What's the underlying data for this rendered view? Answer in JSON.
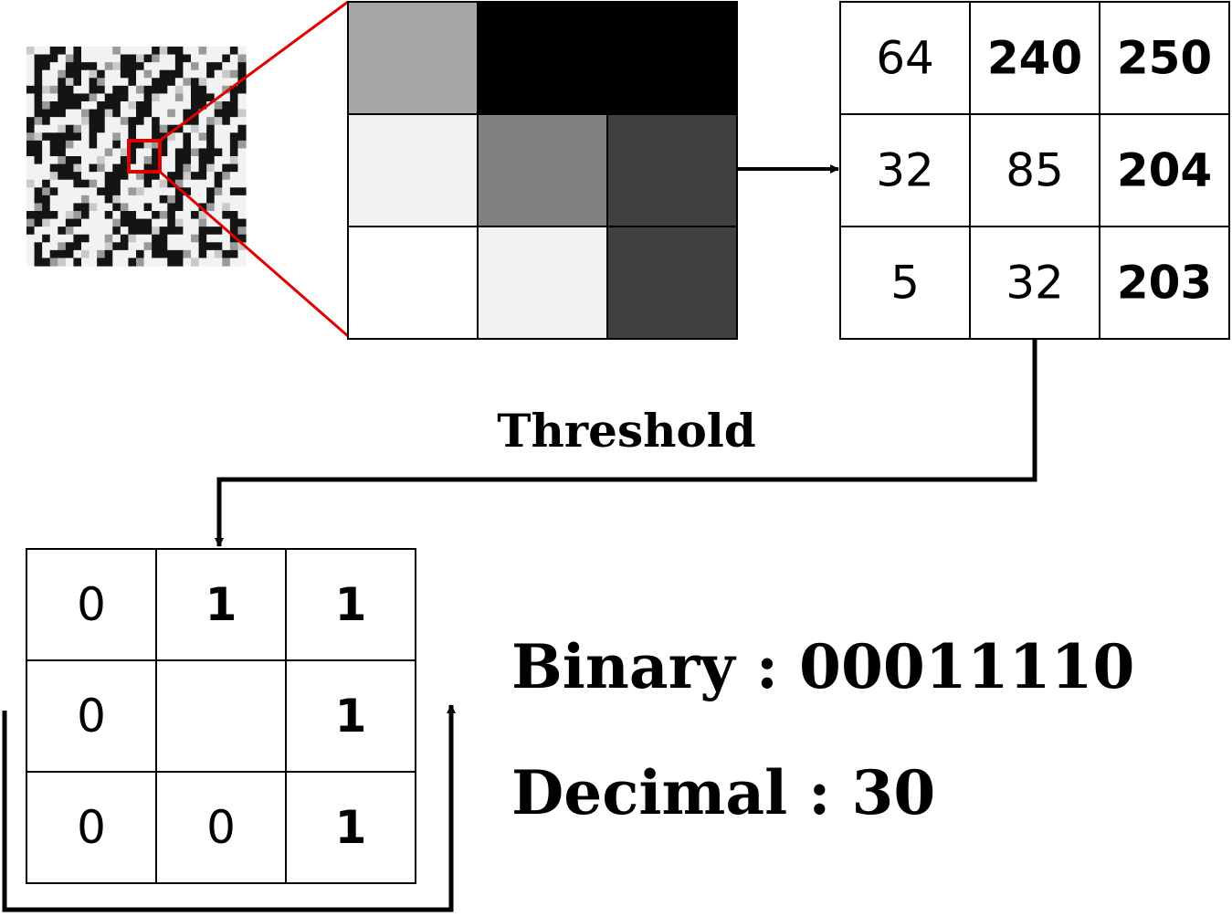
{
  "colors": {
    "highlight": "#e00000",
    "line": "#000000"
  },
  "texture": {
    "name": "source-texture-image",
    "bits": [
      "1110010111111111010011111101",
      "1000100111110000111001111010",
      "1001100001110001111011100110",
      "1011100100110011100011101110",
      "1011000100111011000110011110",
      "0011001100100110001110011100",
      "1011000011000110011110001101",
      "1010000110001100111110011001",
      "1000011100001100111100110001",
      "0001111000110001011100100011",
      "0111000100111011000011101110",
      "0100000101111011001101101100",
      "0010011101101001101101101101",
      "0010011111010011001001000101",
      "1011100110110011011001001111",
      "1110001101100110011011011001",
      "1110000111000110010010010011",
      "1101110001001110110111110111",
      "1000111110001111111001101100",
      "1001111111011111101011101111",
      "1101110011100110110011011111",
      "0000100011010011000110011001",
      "1001100111110000110111011100",
      "0111001111101000000011000101",
      "1101110011110111001110011100",
      "1011100111000111001111000100",
      "1010001110011101000011011001",
      "1000110110011001110011111011"
    ]
  },
  "zoom_grid": {
    "rows": [
      [
        "#a6a6a6",
        "#000000",
        "#000000"
      ],
      [
        "#f2f2f2",
        "#808080",
        "#404040"
      ],
      [
        "#ffffff",
        "#f2f2f2",
        "#404040"
      ]
    ]
  },
  "value_grid": {
    "rows": [
      [
        {
          "v": "64",
          "bold": false
        },
        {
          "v": "240",
          "bold": true
        },
        {
          "v": "250",
          "bold": true
        }
      ],
      [
        {
          "v": "32",
          "bold": false
        },
        {
          "v": "85",
          "bold": false
        },
        {
          "v": "204",
          "bold": true
        }
      ],
      [
        {
          "v": "5",
          "bold": false
        },
        {
          "v": "32",
          "bold": false
        },
        {
          "v": "203",
          "bold": true
        }
      ]
    ]
  },
  "threshold_label": "Threshold",
  "binary_grid": {
    "rows": [
      [
        {
          "v": "0",
          "bold": false
        },
        {
          "v": "1",
          "bold": true
        },
        {
          "v": "1",
          "bold": true
        }
      ],
      [
        {
          "v": "0",
          "bold": false
        },
        {
          "v": "",
          "bold": false
        },
        {
          "v": "1",
          "bold": true
        }
      ],
      [
        {
          "v": "0",
          "bold": false
        },
        {
          "v": "0",
          "bold": false
        },
        {
          "v": "1",
          "bold": true
        }
      ]
    ]
  },
  "result": {
    "binary": "Binary : 00011110",
    "decimal": "Decimal : 30"
  }
}
